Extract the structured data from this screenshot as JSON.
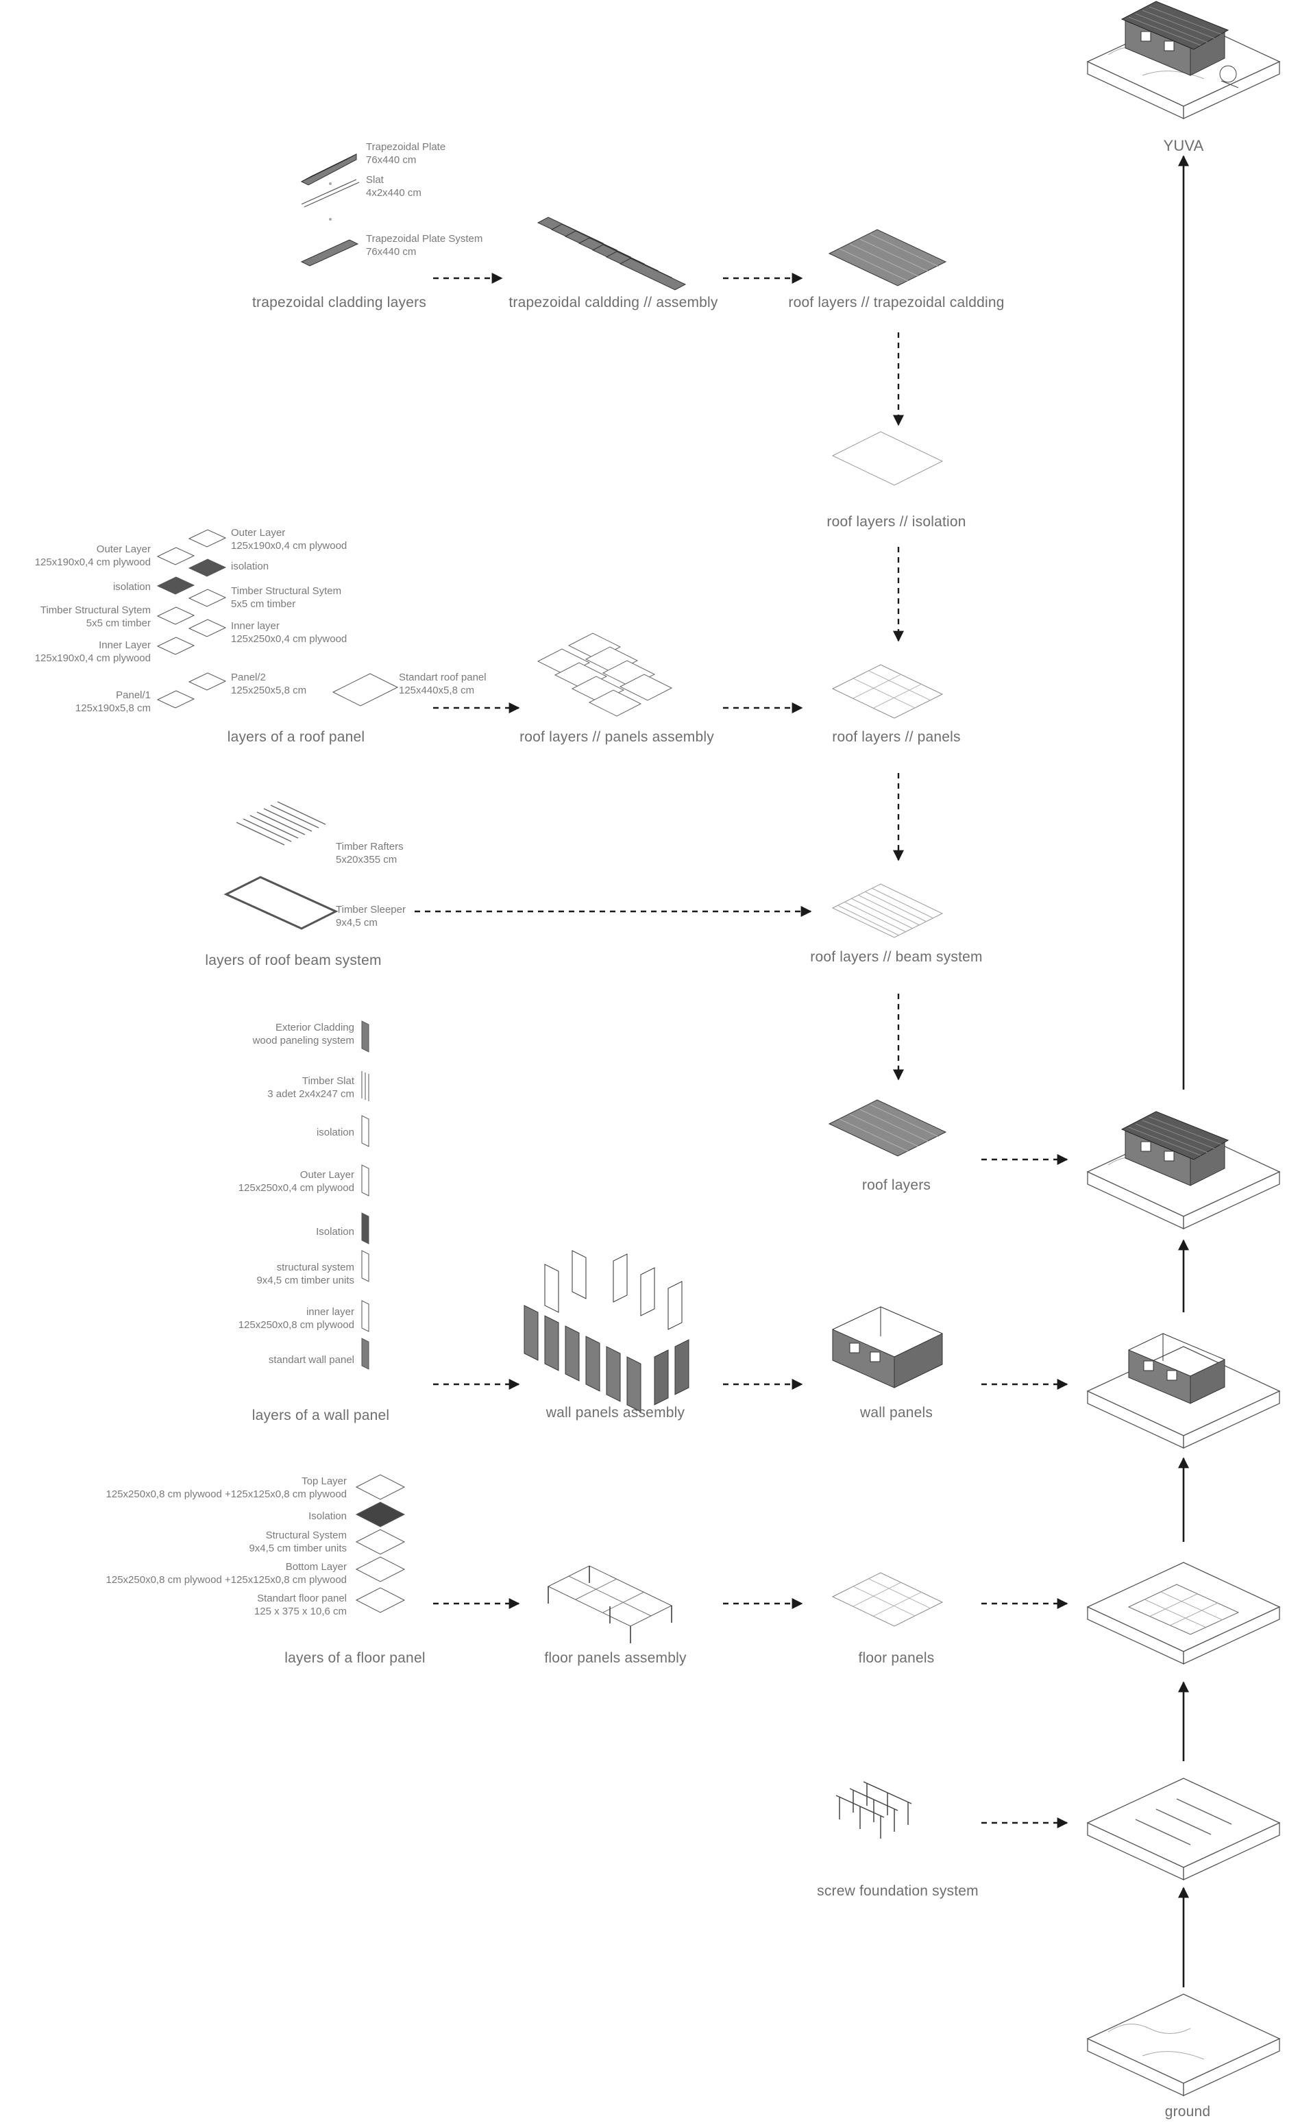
{
  "main_labels": {
    "yuva": "YUVA",
    "trap_layers": "trapezoidal cladding layers",
    "trap_assembly": "trapezoidal caldding // assembly",
    "roof_trap": "roof layers // trapezoidal caldding",
    "roof_isolation": "roof layers // isolation",
    "roof_panel_layers": "layers of a roof panel",
    "roof_panels_assembly": "roof layers // panels assembly",
    "roof_panels": "roof layers // panels",
    "roof_beam_layers": "layers of roof beam system",
    "roof_beam": "roof layers // beam system",
    "roof_layers": "roof layers",
    "wall_panel_layers": "layers of a wall panel",
    "wall_assembly": "wall panels assembly",
    "wall_panels": "wall panels",
    "floor_panel_layers": "layers of a floor panel",
    "floor_assembly": "floor panels assembly",
    "floor_panels": "floor panels",
    "screw_foundation": "screw foundation system",
    "ground": "ground"
  },
  "trap_items": {
    "plate_name": "Trapezoidal Plate",
    "plate_dim": "76x440 cm",
    "slat_name": "Slat",
    "slat_dim": "4x2x440 cm",
    "system_name": "Trapezoidal Plate System",
    "system_dim": "76x440 cm"
  },
  "roof_panel_left": {
    "outer_name": "Outer Layer",
    "outer_dim": "125x190x0,4 cm plywood",
    "isolation": "isolation",
    "timber_name": "Timber Structural Sytem",
    "timber_dim": "5x5 cm timber",
    "inner_name": "Inner Layer",
    "inner_dim": "125x190x0,4 cm plywood",
    "panel_name": "Panel/1",
    "panel_dim": "125x190x5,8 cm"
  },
  "roof_panel_right": {
    "outer_name": "Outer Layer",
    "outer_dim": "125x190x0,4 cm plywood",
    "isolation": "isolation",
    "timber_name": "Timber Structural Sytem",
    "timber_dim": "5x5 cm timber",
    "inner_name": "Inner layer",
    "inner_dim": "125x250x0,4 cm plywood",
    "panel_name": "Panel/2",
    "panel_dim": "125x250x5,8 cm",
    "standart_name": "Standart roof panel",
    "standart_dim": "125x440x5,8 cm"
  },
  "beam_items": {
    "rafters_name": "Timber Rafters",
    "rafters_dim": "5x20x355 cm",
    "sleeper_name": "Timber Sleeper",
    "sleeper_dim": "9x4,5 cm"
  },
  "wall_items": {
    "cladding_name": "Exterior Cladding",
    "cladding_dim": "wood paneling system",
    "slat_name": "Timber Slat",
    "slat_dim": "3 adet 2x4x247 cm",
    "isolation1": "isolation",
    "outer_name": "Outer Layer",
    "outer_dim": "125x250x0,4 cm plywood",
    "isolation2": "Isolation",
    "struct_name": "structural system",
    "struct_dim": "9x4,5 cm timber units",
    "inner_name": "inner layer",
    "inner_dim": "125x250x0,8 cm plywood",
    "standart": "standart wall panel"
  },
  "floor_items": {
    "top_name": "Top Layer",
    "top_dim": "125x250x0,8 cm plywood +125x125x0,8 cm plywood",
    "isolation": "Isolation",
    "struct_name": "Structural System",
    "struct_dim": "9x4,5 cm timber units",
    "bottom_name": "Bottom Layer",
    "bottom_dim": "125x250x0,8 cm plywood +125x125x0,8 cm plywood",
    "standart_name": "Standart floor panel",
    "standart_dim": "125 x 375 x 10,6 cm"
  },
  "colors": {
    "line": "#222222",
    "text": "#6e6e6e",
    "cladding": "#8a8a8a",
    "light_line": "#999999"
  }
}
